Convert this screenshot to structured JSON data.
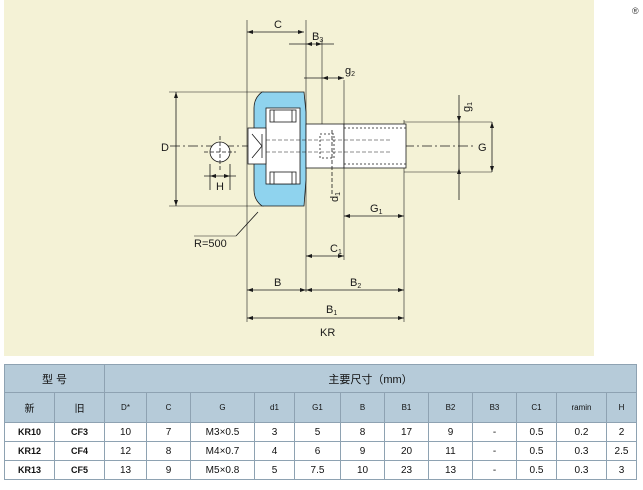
{
  "drawing": {
    "labels": {
      "C": "C",
      "B3": "B",
      "B3_sub": "3",
      "g2": "g",
      "g2_sub": "2",
      "g1": "g",
      "g1_sub": "1",
      "G": "G",
      "D": "D",
      "H": "H",
      "d1": "d",
      "d1_sub": "1",
      "G1": "G",
      "G1_sub": "1",
      "R": "R=500",
      "C1": "C",
      "C1_sub": "1",
      "B": "B",
      "B2": "B",
      "B2_sub": "2",
      "B1": "B",
      "B1_sub": "1",
      "KR": "KR"
    },
    "colors": {
      "panel": "#f4f2d6",
      "bearing_ring": "#8fd3ee",
      "line": "#1a1a1a"
    }
  },
  "corner_mark": "®",
  "table": {
    "group_model": "型  号",
    "group_dims": "主要尺寸（mm）",
    "sub_new": "新",
    "sub_old": "旧",
    "columns": [
      "D*",
      "C",
      "G",
      "d1",
      "G1",
      "B",
      "B1",
      "B2",
      "B3",
      "C1",
      "ramin",
      "H"
    ],
    "rows": [
      {
        "new": "KR10",
        "old": "CF3",
        "values": [
          "10",
          "7",
          "M3×0.5",
          "3",
          "5",
          "8",
          "17",
          "9",
          "-",
          "0.5",
          "0.2",
          "2"
        ]
      },
      {
        "new": "KR12",
        "old": "CF4",
        "values": [
          "12",
          "8",
          "M4×0.7",
          "4",
          "6",
          "9",
          "20",
          "11",
          "-",
          "0.5",
          "0.3",
          "2.5"
        ]
      },
      {
        "new": "KR13",
        "old": "CF5",
        "values": [
          "13",
          "9",
          "M5×0.8",
          "5",
          "7.5",
          "10",
          "23",
          "13",
          "-",
          "0.5",
          "0.3",
          "3"
        ]
      }
    ]
  }
}
